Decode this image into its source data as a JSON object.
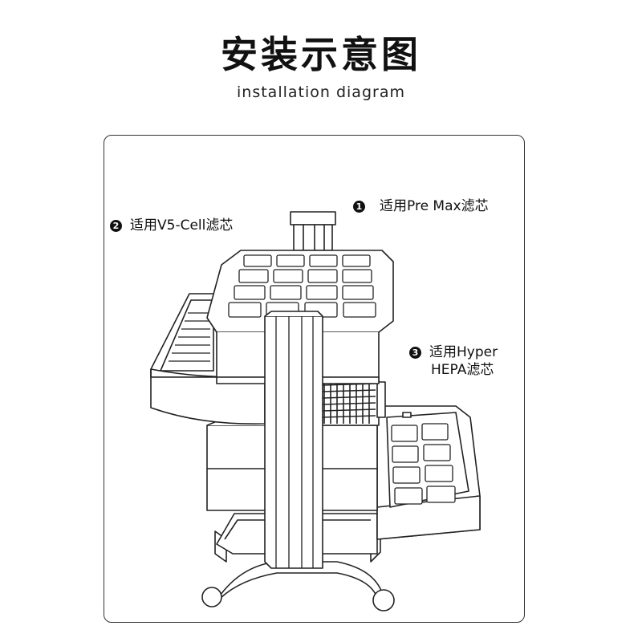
{
  "header": {
    "title": "安装示意图",
    "subtitle": "installation diagram"
  },
  "labels": [
    {
      "number": "1",
      "text": "适用Pre Max滤芯"
    },
    {
      "number": "2",
      "text": "适用V5-Cell滤芯"
    },
    {
      "number": "3",
      "line1": "适用Hyper",
      "line2": "HEPA滤芯"
    }
  ]
}
